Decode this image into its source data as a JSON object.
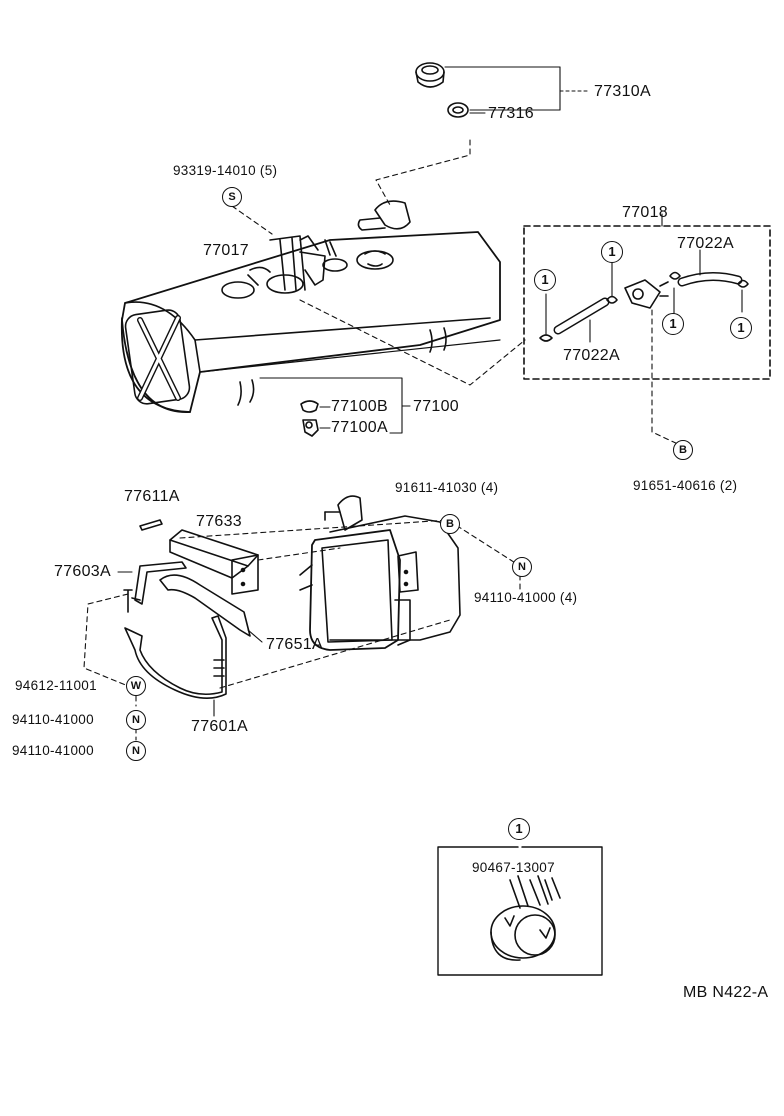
{
  "labels": {
    "p77310A": "77310A",
    "p77316": "77316",
    "bolt_top": "93319-14010 (5)",
    "p77017": "77017",
    "p77018": "77018",
    "p77022A_top": "77022A",
    "p77022A_bot": "77022A",
    "p77100B": "77100B",
    "p77100": "77100",
    "p77100A": "77100A",
    "bolt_b": "91651-40616 (2)",
    "p77611A": "77611A",
    "p77633": "77633",
    "bolt_91611": "91611-41030 (4)",
    "p77603A": "77603A",
    "nut_right": "94110-41000 (4)",
    "p77651A": "77651A",
    "washer": "94612-11001",
    "nut_1": "94110-41000",
    "nut_2": "94110-41000",
    "p77601A": "77601A",
    "clamp_part": "90467-13007",
    "code": "MB N422-A"
  },
  "symbols": {
    "s": "S",
    "b": "B",
    "n": "N",
    "w": "W",
    "one": "1"
  }
}
